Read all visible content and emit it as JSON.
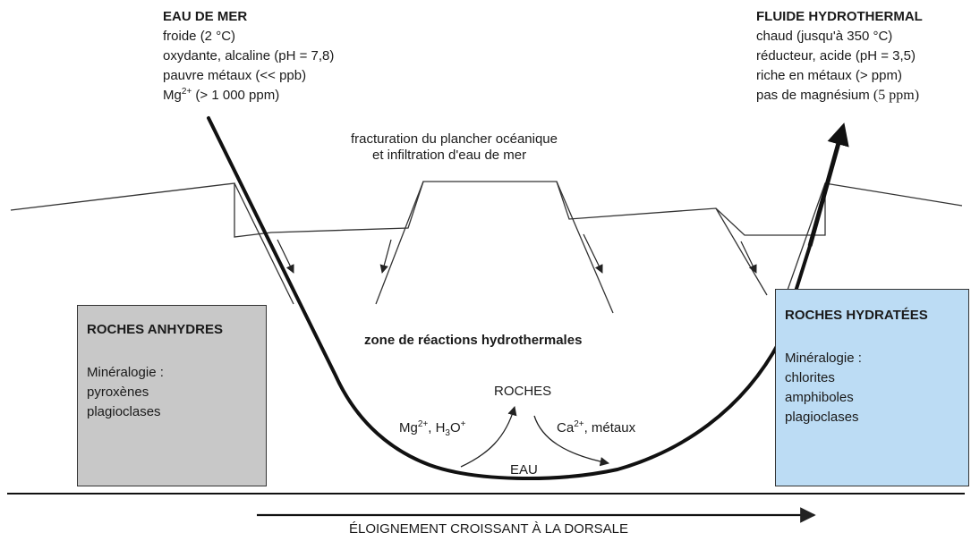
{
  "left_source": {
    "title": "EAU DE MER",
    "lines": [
      "froide (2 °C)",
      "oxydante, alcaline (pH = 7,8)",
      "pauvre métaux (<< ppb)"
    ],
    "mg_base": "Mg",
    "mg_sup": "2+",
    "mg_rest": " (> 1 000 ppm)"
  },
  "right_source": {
    "title": "FLUIDE HYDROTHERMAL",
    "lines": [
      "chaud (jusqu'à 350 °C)",
      "réducteur, acide (pH = 3,5)",
      "riche en métaux (> ppm)"
    ],
    "last_line": "pas de magnésium",
    "last_note": "(5 ppm)"
  },
  "fracture_label": [
    "fracturation du plancher océanique",
    "et infiltration d'eau de mer"
  ],
  "zone_label": "zone de réactions hydrothermales",
  "box_left": {
    "title": "ROCHES ANHYDRES",
    "lines": [
      "Minéralogie :",
      "pyroxènes",
      "plagioclases"
    ],
    "fill": "#c8c8c8"
  },
  "box_right": {
    "title": "ROCHES HYDRATÉES",
    "lines": [
      "Minéralogie :",
      "chlorites",
      "amphiboles",
      "plagioclases"
    ],
    "fill": "#bcdcf4"
  },
  "reaction": {
    "rocks": "ROCHES",
    "water": "EAU",
    "in_mg": "Mg",
    "in_mg_sup": "2+",
    "in_sep": ", H",
    "in_h_sub": "3",
    "in_o": "O",
    "in_o_sup": "+",
    "out_ca": "Ca",
    "out_ca_sup": "2+",
    "out_rest": ", métaux"
  },
  "axis_label": "ÉLOIGNEMENT  CROISSANT À LA DORSALE"
}
